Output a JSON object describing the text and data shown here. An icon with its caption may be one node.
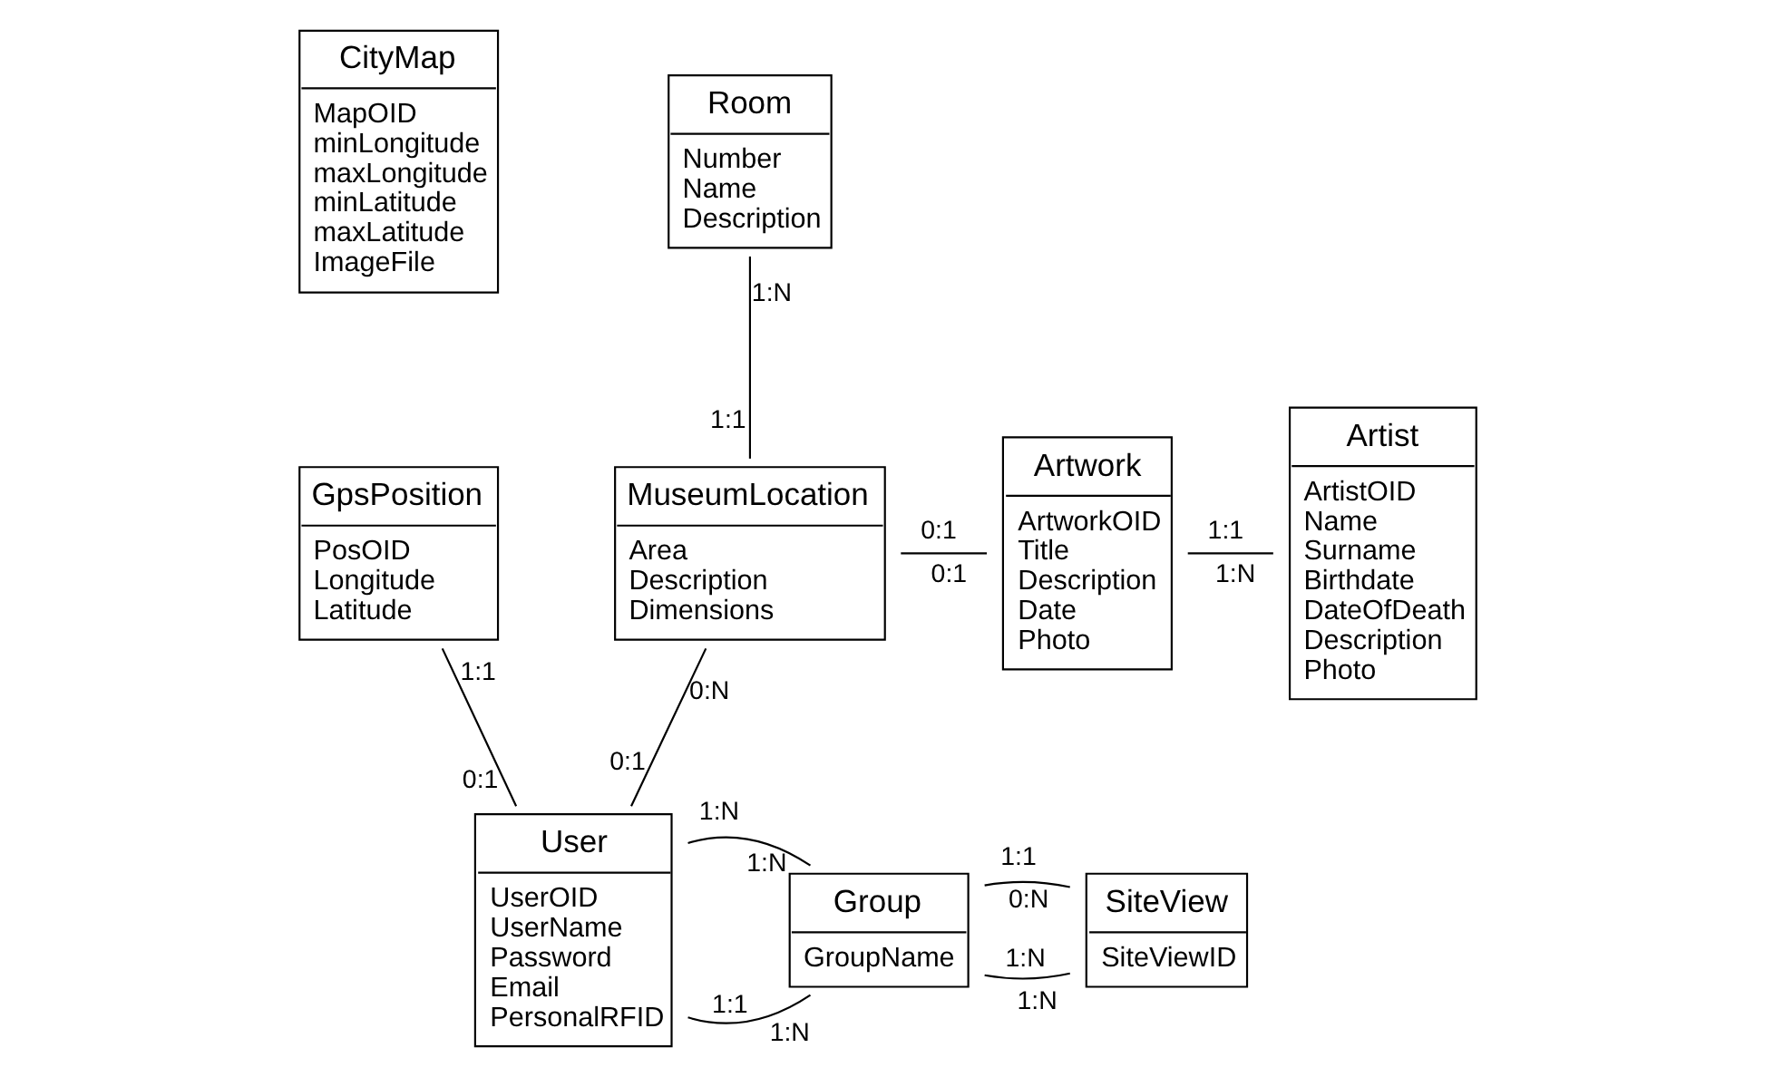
{
  "diagram": {
    "nodes": [
      {
        "text": [
          "CityMap",
          "MapOID",
          "minLongitude",
          "maxLongitude",
          "minLatitude",
          "maxLatitude",
          "ImageFile"
        ]
      },
      {
        "text": [
          "Room",
          "Number",
          "Name",
          "Description"
        ]
      },
      {
        "text": [
          "GpsPosition",
          "PosOID",
          "Longitude",
          "Latitude"
        ]
      },
      {
        "text": [
          "MuseumLocation",
          "Area",
          "Description",
          "Dimensions"
        ]
      },
      {
        "text": [
          "Artwork",
          "ArtworkOID",
          "Title",
          "Description",
          "Date",
          "Photo"
        ]
      },
      {
        "text": [
          "Artist",
          "ArtistOID",
          "Name",
          "Surname",
          "Birthdate",
          "DateOfDeath",
          "Description",
          "Photo"
        ]
      },
      {
        "text": [
          "User",
          "UserOID",
          "UserName",
          "Password",
          "Email",
          "PersonalRFID"
        ]
      },
      {
        "text": [
          "Group",
          "GroupName"
        ]
      },
      {
        "text": [
          "SiteView",
          "SiteViewID"
        ]
      }
    ],
    "edges": [
      {
        "from": 1,
        "to": 3,
        "arrow": "none"
      },
      {
        "from": 3,
        "to": 4,
        "arrow": "none"
      },
      {
        "from": 4,
        "to": 5,
        "arrow": "none"
      },
      {
        "from": 2,
        "to": 6,
        "arrow": "none"
      },
      {
        "from": 3,
        "to": 6,
        "arrow": "none"
      },
      {
        "from": 6,
        "to": 7,
        "arrow": "none"
      },
      {
        "from": 6,
        "to": 7,
        "arrow": "none"
      },
      {
        "from": 7,
        "to": 8,
        "arrow": "none"
      },
      {
        "from": 7,
        "to": 8,
        "arrow": "none"
      }
    ],
    "labels": [
      "1:N",
      "1:1",
      "0:1",
      "0:1",
      "1:1",
      "1:N",
      "1:1",
      "0:1",
      "0:N",
      "0:1",
      "1:1",
      "1:N",
      "1:N",
      "1:N",
      "1:N",
      "1:N",
      "1:1",
      "0:N"
    ]
  }
}
